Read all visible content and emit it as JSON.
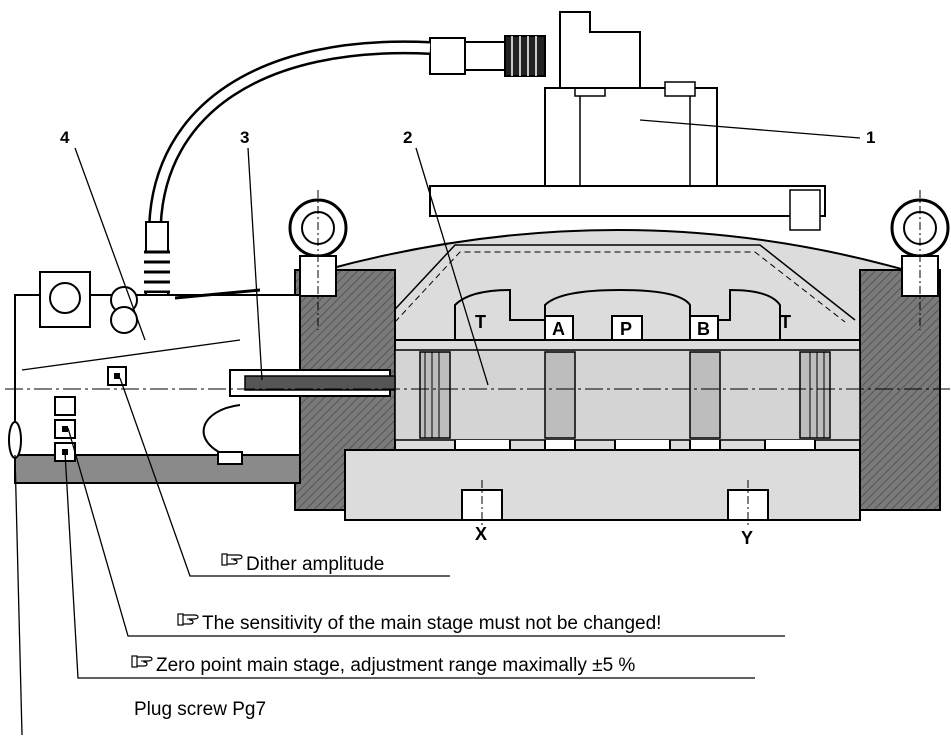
{
  "callouts": {
    "c1": "1",
    "c2": "2",
    "c3": "3",
    "c4": "4"
  },
  "ports": {
    "t_left": "T",
    "a": "A",
    "p": "P",
    "b": "B",
    "t_right": "T",
    "x": "X",
    "y": "Y"
  },
  "notes": {
    "dither": "Dither amplitude",
    "sensitivity": "The sensitivity of the main stage must not be changed!",
    "zero_point": "Zero point main stage, adjustment range maximally ±5 %",
    "plug_screw": "Plug screw Pg7"
  },
  "icons": {
    "pointing_hand": "pointing-hand-icon"
  },
  "colors": {
    "ink": "#000000",
    "body_fill": "#dcdcdc",
    "section_fill": "#707070",
    "background": "#ffffff"
  }
}
